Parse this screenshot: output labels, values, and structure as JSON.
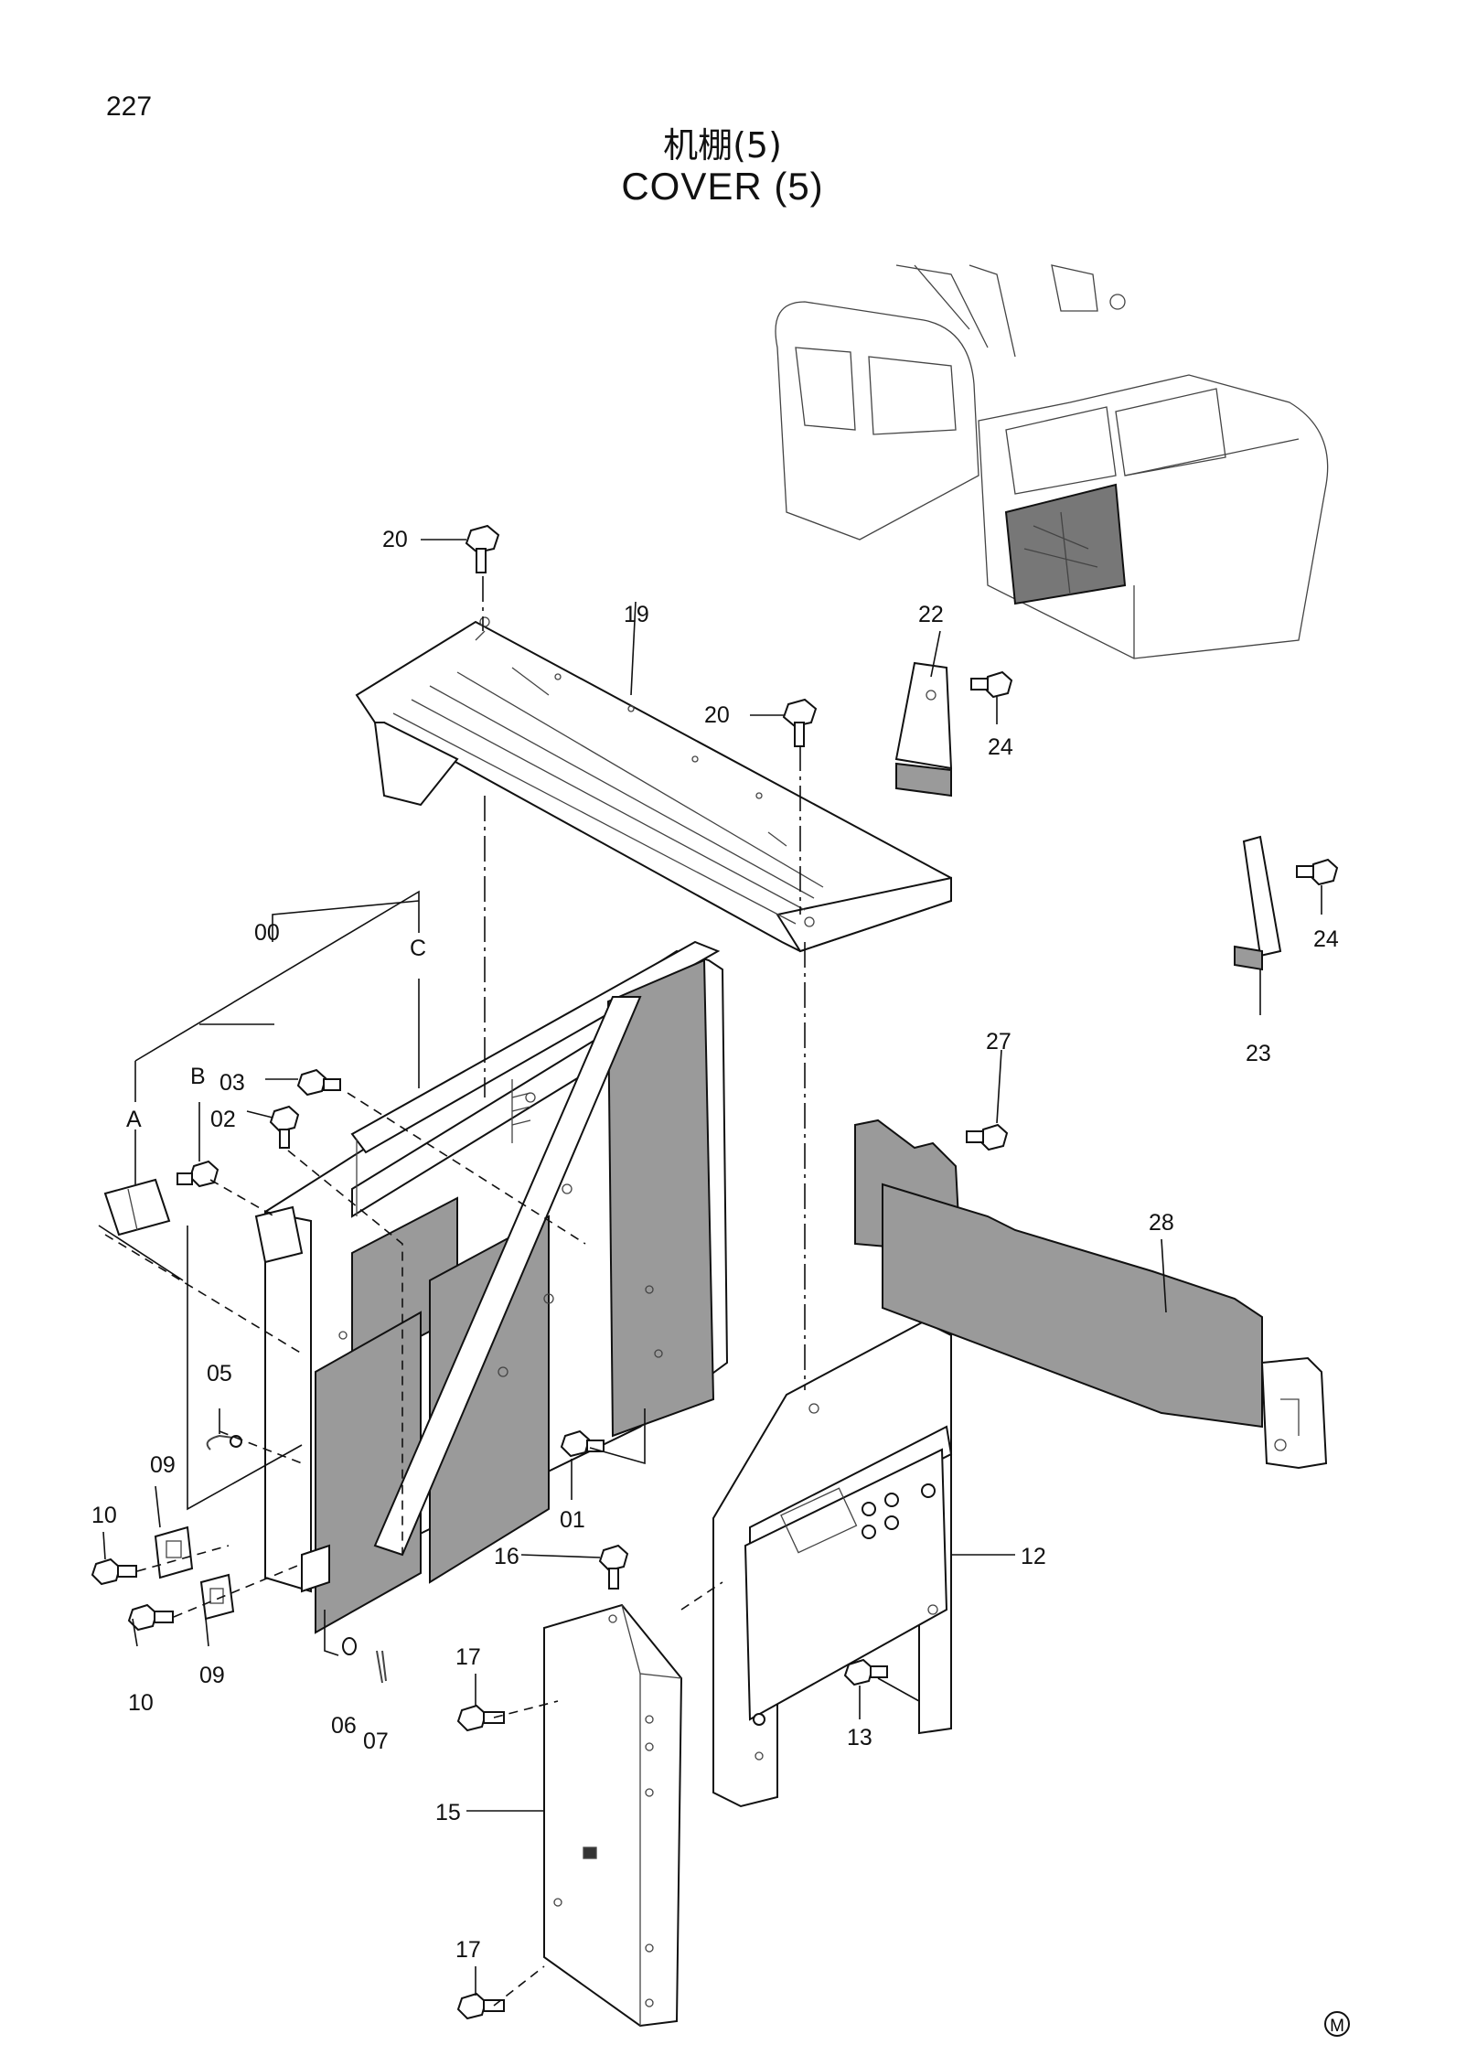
{
  "page_number": "227",
  "title_cn": "机棚(5)",
  "title_en": "COVER (5)",
  "corner_mark": "M",
  "callouts": {
    "p00": "00",
    "pA": "A",
    "pB": "B",
    "pC": "C",
    "p01": "01",
    "p02": "02",
    "p03": "03",
    "p05": "05",
    "p06": "06",
    "p07": "07",
    "p09a": "09",
    "p09b": "09",
    "p10a": "10",
    "p10b": "10",
    "p12": "12",
    "p13": "13",
    "p15": "15",
    "p16": "16",
    "p17a": "17",
    "p17b": "17",
    "p19": "19",
    "p20a": "20",
    "p20b": "20",
    "p22": "22",
    "p23": "23",
    "p24a": "24",
    "p24b": "24",
    "p27": "27",
    "p28": "28"
  }
}
